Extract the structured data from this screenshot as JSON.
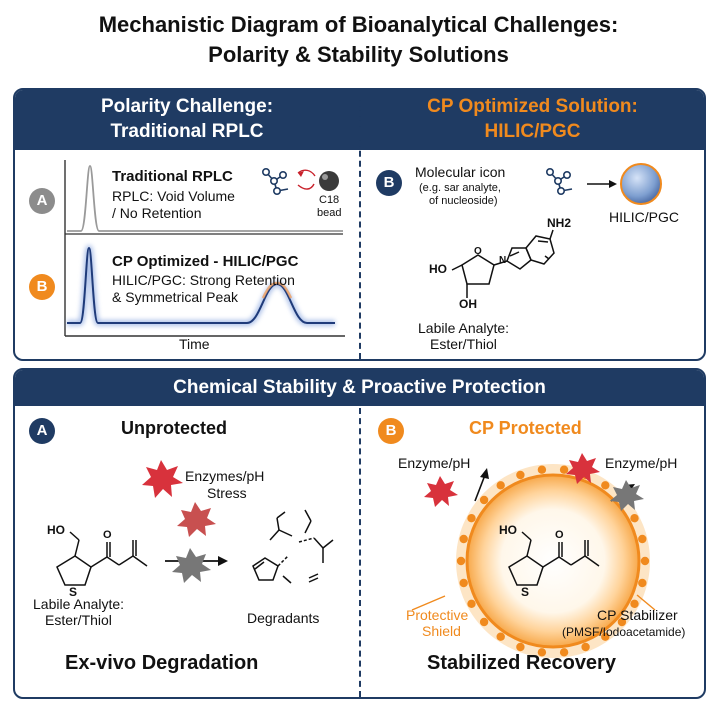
{
  "title": {
    "line1": "Mechanistic Diagram of Bioanalytical Challenges:",
    "line2": "Polarity & Stability Solutions"
  },
  "top": {
    "left_header": {
      "line1": "Polarity Challenge:",
      "line2": "Traditional RPLC"
    },
    "right_header": {
      "line1": "CP Optimized Solution:",
      "line2": "HILIC/PGC"
    },
    "badge_a": "A",
    "badge_b": "B",
    "trad_title": "Traditional RPLC",
    "trad_line1": "RPLC: Void Volume",
    "trad_line2": "/ No Retention",
    "c18_line1": "C18",
    "c18_line2": "bead",
    "cp_title": "CP Optimized - HILIC/PGC",
    "cp_line1": "HILIC/PGC: Strong Retention",
    "cp_line2": "& Symmetrical Peak",
    "time_label": "Time",
    "right_badge": "B",
    "mol_icon_line1": "Molecular icon",
    "mol_icon_line2": "(e.g. sar analyte,",
    "mol_icon_line3": "of nucleoside)",
    "hilic_label": "HILIC/PGC",
    "nh2": "NH2",
    "ho": "HO",
    "oh": "OH",
    "n": "N",
    "o": "O",
    "labile_line1": "Labile Analyte:",
    "labile_line2": "Ester/Thiol"
  },
  "bottom": {
    "header": "Chemical Stability & Proactive Protection",
    "badge_a": "A",
    "badge_b": "B",
    "unprotected": "Unprotected",
    "cp_protected": "CP Protected",
    "enzymes_line1": "Enzymes/pH",
    "enzymes_line2": "Stress",
    "labile_line1": "Labile Analyte:",
    "labile_line2": "Ester/Thiol",
    "degradants": "Degradants",
    "exvivo": "Ex-vivo Degradation",
    "enzyme_ph_left": "Enzyme/pH",
    "enzyme_ph_right": "Enzyme/pH",
    "protective_line1": "Protective",
    "protective_line2": "Shield",
    "stabilizer_line1": "CP Stabilizer",
    "stabilizer_line2": "(PMSF/Iodoacetamide)",
    "stabilized": "Stabilized Recovery",
    "ho": "HO",
    "s": "S",
    "o": "O"
  },
  "colors": {
    "navy": "#1f3b63",
    "orange": "#f08a1e",
    "gray_badge": "#8c8c8c",
    "red_star": "#d8323c",
    "gray_star": "#777777",
    "peak_blue": "#1f3b7a"
  }
}
